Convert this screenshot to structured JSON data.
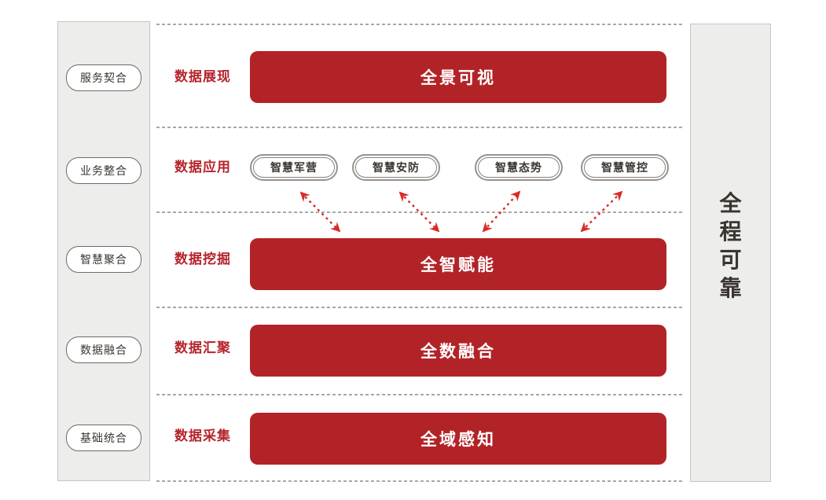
{
  "colors": {
    "bar_red": "#b22328",
    "label_red": "#b5242c",
    "arrow_red": "#d92a27",
    "panel_bg": "#ededeb",
    "panel_border": "#c7c5c1",
    "pill_border": "#6e6a66",
    "dark_text": "#3a3530",
    "dotted_line": "#a8a8a6"
  },
  "left_panel": {
    "items": [
      {
        "label": "服务契合"
      },
      {
        "label": "业务整合"
      },
      {
        "label": "智慧聚合"
      },
      {
        "label": "数据融合"
      },
      {
        "label": "基础统合"
      }
    ]
  },
  "right_panel": {
    "label": "全程可靠",
    "chars": [
      "全",
      "程",
      "可",
      "靠"
    ]
  },
  "layers": [
    {
      "name": "数据展现",
      "bar": "全景可视"
    },
    {
      "name": "数据应用",
      "apps": [
        "智慧军营",
        "智慧安防",
        "智慧态势",
        "智慧管控"
      ]
    },
    {
      "name": "数据挖掘",
      "bar": "全智赋能"
    },
    {
      "name": "数据汇聚",
      "bar": "全数融合"
    },
    {
      "name": "数据采集",
      "bar": "全域感知"
    }
  ]
}
